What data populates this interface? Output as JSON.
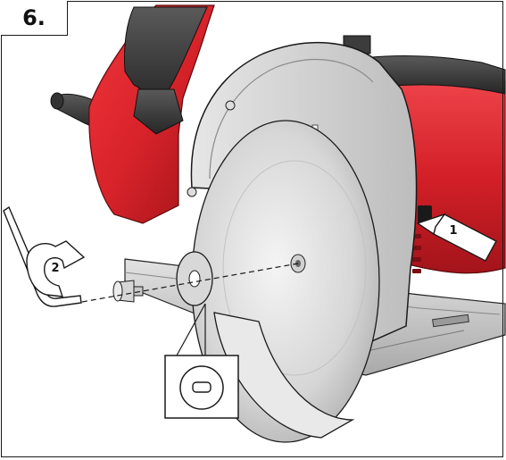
{
  "step": {
    "label": "6."
  },
  "callouts": {
    "spindle_lock_number": "1",
    "rotate_number": "2"
  },
  "icons": {
    "spindle_lock": "arrow-press-icon",
    "rotate": "rotate-arrow-icon",
    "detail": "magnifier-detail-icon"
  },
  "colors": {
    "tool_body": "#d8232a",
    "handle": "#3a3a3a",
    "guard": "#cfcfcf",
    "blade": "#d9d9d9",
    "base_plate": "#c8c8c8",
    "outline": "#1a1a1a"
  }
}
